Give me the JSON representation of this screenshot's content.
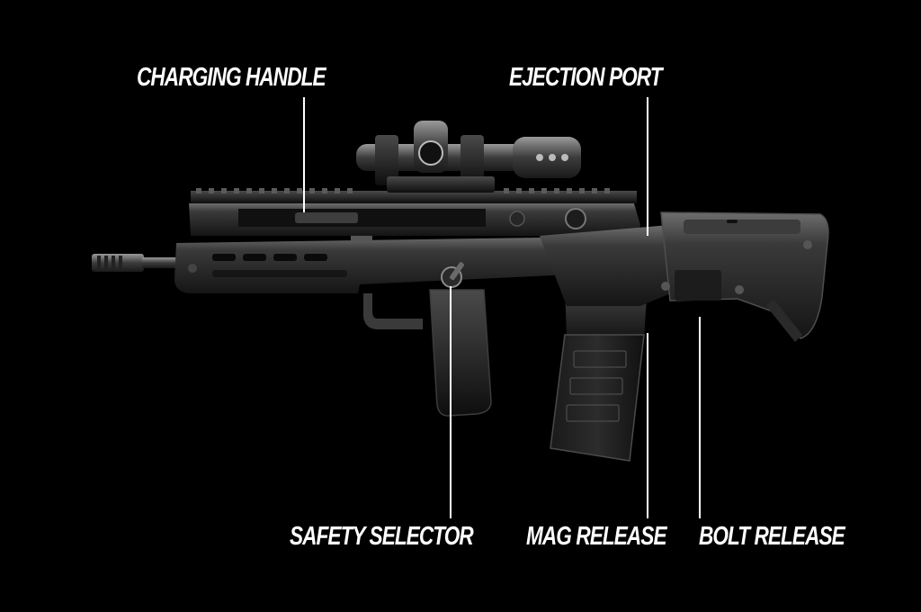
{
  "callouts": {
    "charging_handle": "CHARGING HANDLE",
    "ejection_port": "EJECTION PORT",
    "safety_selector": "SAFETY SELECTOR",
    "mag_release": "MAG RELEASE",
    "bolt_release": "BOLT RELEASE"
  },
  "colors": {
    "background": "#000000",
    "label": "#ffffff",
    "leader_line": "#ffffff",
    "rifle_body": "#2a2a2a",
    "rifle_highlight": "#8a8a8a"
  }
}
